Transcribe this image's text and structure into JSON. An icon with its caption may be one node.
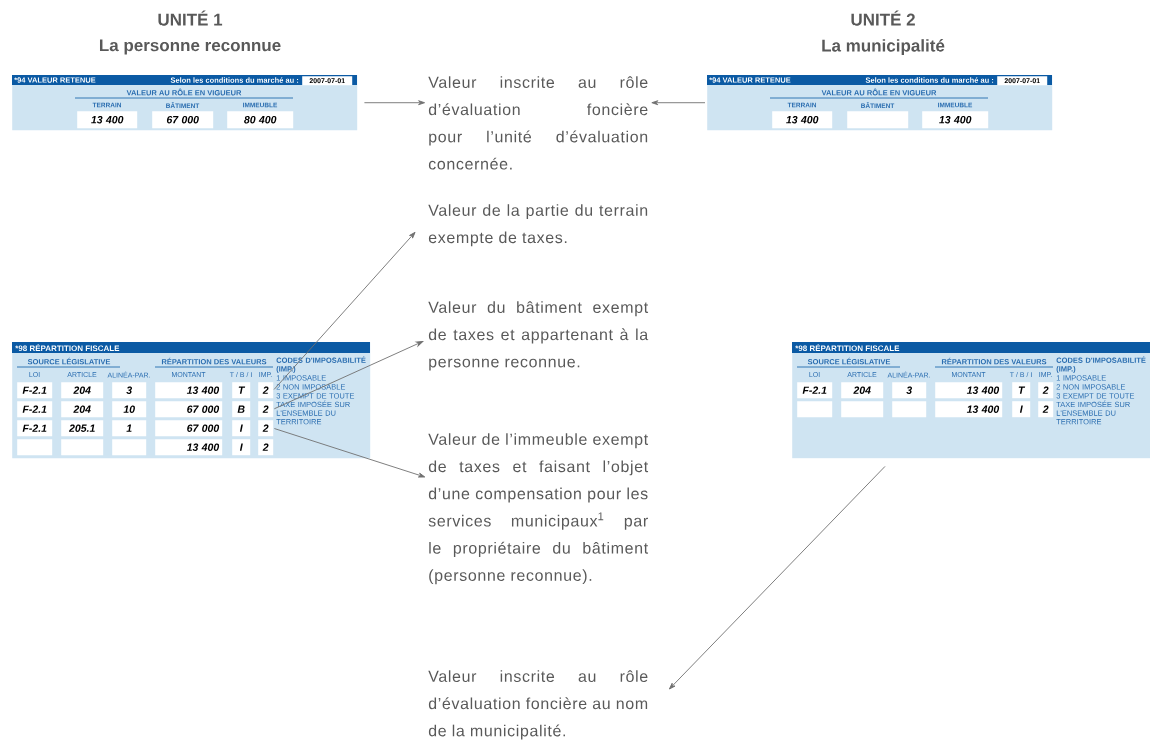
{
  "diagram": {
    "nodes": [
      {
        "text": [
          "*94 VALEUR RETENUE",
          "Selon les conditions du marché au :",
          "2007-07-01",
          "VALEUR AU RÔLE EN VIGUEUR",
          "TERRAIN",
          "BÂTIMENT",
          "IMMEUBLE"
        ]
      },
      {
        "text": [
          "13 400"
        ],
        "in": 0
      },
      {
        "text": [
          "67 000"
        ],
        "in": 0
      },
      {
        "text": [
          "80 400"
        ],
        "in": 0
      },
      {
        "text": [
          "*94 VALEUR RETENUE",
          "Selon les conditions du marché au :",
          "2007-07-01",
          "VALEUR AU RÔLE EN VIGUEUR",
          "TERRAIN",
          "BÂTIMENT",
          "IMMEUBLE"
        ]
      },
      {
        "text": [
          "13 400"
        ],
        "in": 4
      },
      {
        "text": [],
        "shape": "box",
        "in": 4
      },
      {
        "text": [
          "13 400"
        ],
        "in": 4
      },
      {
        "text": [
          "*98 RÉPARTITION FISCALE",
          "SOURCE LÉGISLATIVE",
          "RÉPARTITION DES VALEURS",
          "LOI",
          "ARTICLE",
          "ALINÉA-PAR.",
          "MONTANT",
          "T / B / I",
          "IMP.",
          "CODES D'IMPOSABILITÉ (IMP.)",
          "1 IMPOSABLE",
          "2 NON IMPOSABLE",
          "3 EXEMPT DE TOUTE TAXE IMPOSÉE SUR L'ENSEMBLE DU TERRITOIRE"
        ]
      },
      {
        "text": [
          "F-2.1"
        ],
        "in": 8
      },
      {
        "text": [
          "204"
        ],
        "in": 8
      },
      {
        "text": [
          "3"
        ],
        "in": 8
      },
      {
        "text": [
          "13 400"
        ],
        "in": 8
      },
      {
        "text": [
          "T"
        ],
        "in": 8
      },
      {
        "text": [
          "2"
        ],
        "in": 8
      },
      {
        "text": [
          "F-2.1"
        ],
        "in": 8
      },
      {
        "text": [
          "204"
        ],
        "in": 8
      },
      {
        "text": [
          "10"
        ],
        "in": 8
      },
      {
        "text": [
          "67 000"
        ],
        "in": 8
      },
      {
        "text": [
          "B"
        ],
        "in": 8
      },
      {
        "text": [
          "2"
        ],
        "in": 8
      },
      {
        "text": [
          "F-2.1"
        ],
        "in": 8
      },
      {
        "text": [
          "205.1"
        ],
        "in": 8
      },
      {
        "text": [
          "1"
        ],
        "in": 8
      },
      {
        "text": [
          "67 000"
        ],
        "in": 8
      },
      {
        "text": [
          "I"
        ],
        "in": 8
      },
      {
        "text": [
          "2"
        ],
        "in": 8
      },
      {
        "text": [],
        "shape": "box",
        "in": 8
      },
      {
        "text": [],
        "shape": "box",
        "in": 8
      },
      {
        "text": [],
        "shape": "box",
        "in": 8
      },
      {
        "text": [
          "13 400"
        ],
        "in": 8
      },
      {
        "text": [
          "I"
        ],
        "in": 8
      },
      {
        "text": [
          "2"
        ],
        "in": 8
      },
      {
        "text": [
          "*98 RÉPARTITION FISCALE",
          "SOURCE LÉGISLATIVE",
          "RÉPARTITION DES VALEURS",
          "LOI",
          "ARTICLE",
          "ALINÉA-PAR.",
          "MONTANT",
          "T / B / I",
          "IMP.",
          "CODES D'IMPOSABILITÉ (IMP.)",
          "1 IMPOSABLE",
          "2 NON IMPOSABLE",
          "3 EXEMPT DE TOUTE TAXE IMPOSÉE SUR L'ENSEMBLE DU TERRITOIRE"
        ]
      },
      {
        "text": [
          "F-2.1"
        ],
        "in": 33
      },
      {
        "text": [
          "204"
        ],
        "in": 33
      },
      {
        "text": [
          "3"
        ],
        "in": 33
      },
      {
        "text": [
          "13 400"
        ],
        "in": 33
      },
      {
        "text": [
          "T"
        ],
        "in": 33
      },
      {
        "text": [
          "2"
        ],
        "in": 33
      },
      {
        "text": [],
        "shape": "box",
        "in": 33
      },
      {
        "text": [],
        "shape": "box",
        "in": 33
      },
      {
        "text": [],
        "shape": "box",
        "in": 33
      },
      {
        "text": [
          "13 400"
        ],
        "in": 33
      },
      {
        "text": [
          "I"
        ],
        "in": 33
      },
      {
        "text": [
          "2"
        ],
        "in": 33
      },
      {
        "text": [
          "Valeur inscrite au rôle d’évaluation foncière pour l’unité d’évaluation concernée."
        ]
      },
      {
        "text": [
          "Valeur de la partie du terrain exempte de taxes."
        ]
      },
      {
        "text": [
          "Valeur du bâtiment exempt de taxes et appartenant à la personne reconnue."
        ]
      },
      {
        "text": [
          "Valeur de l’immeuble exempt de taxes et faisant l’objet d’une compensation pour les services municipaux$^{1}$ par le propriétaire du bâtiment (personne reconnue)."
        ]
      },
      {
        "text": [
          "Valeur inscrite au rôle d’évaluation foncière au nom de la municipalité."
        ]
      }
    ],
    "edges": [
      {
        "from": 0,
        "to": 46,
        "arrow": "to"
      },
      {
        "from": 4,
        "to": 46,
        "arrow": "to"
      },
      {
        "from": 14,
        "to": 47,
        "arrow": "to"
      },
      {
        "from": 20,
        "to": 48,
        "arrow": "to"
      },
      {
        "from": 26,
        "to": 49,
        "arrow": "to"
      },
      {
        "from": 33,
        "to": 50,
        "arrow": "to"
      }
    ],
    "labels": [
      "UNITÉ 1",
      "La personne reconnue",
      "UNITÉ 2",
      "La municipalité"
    ]
  }
}
